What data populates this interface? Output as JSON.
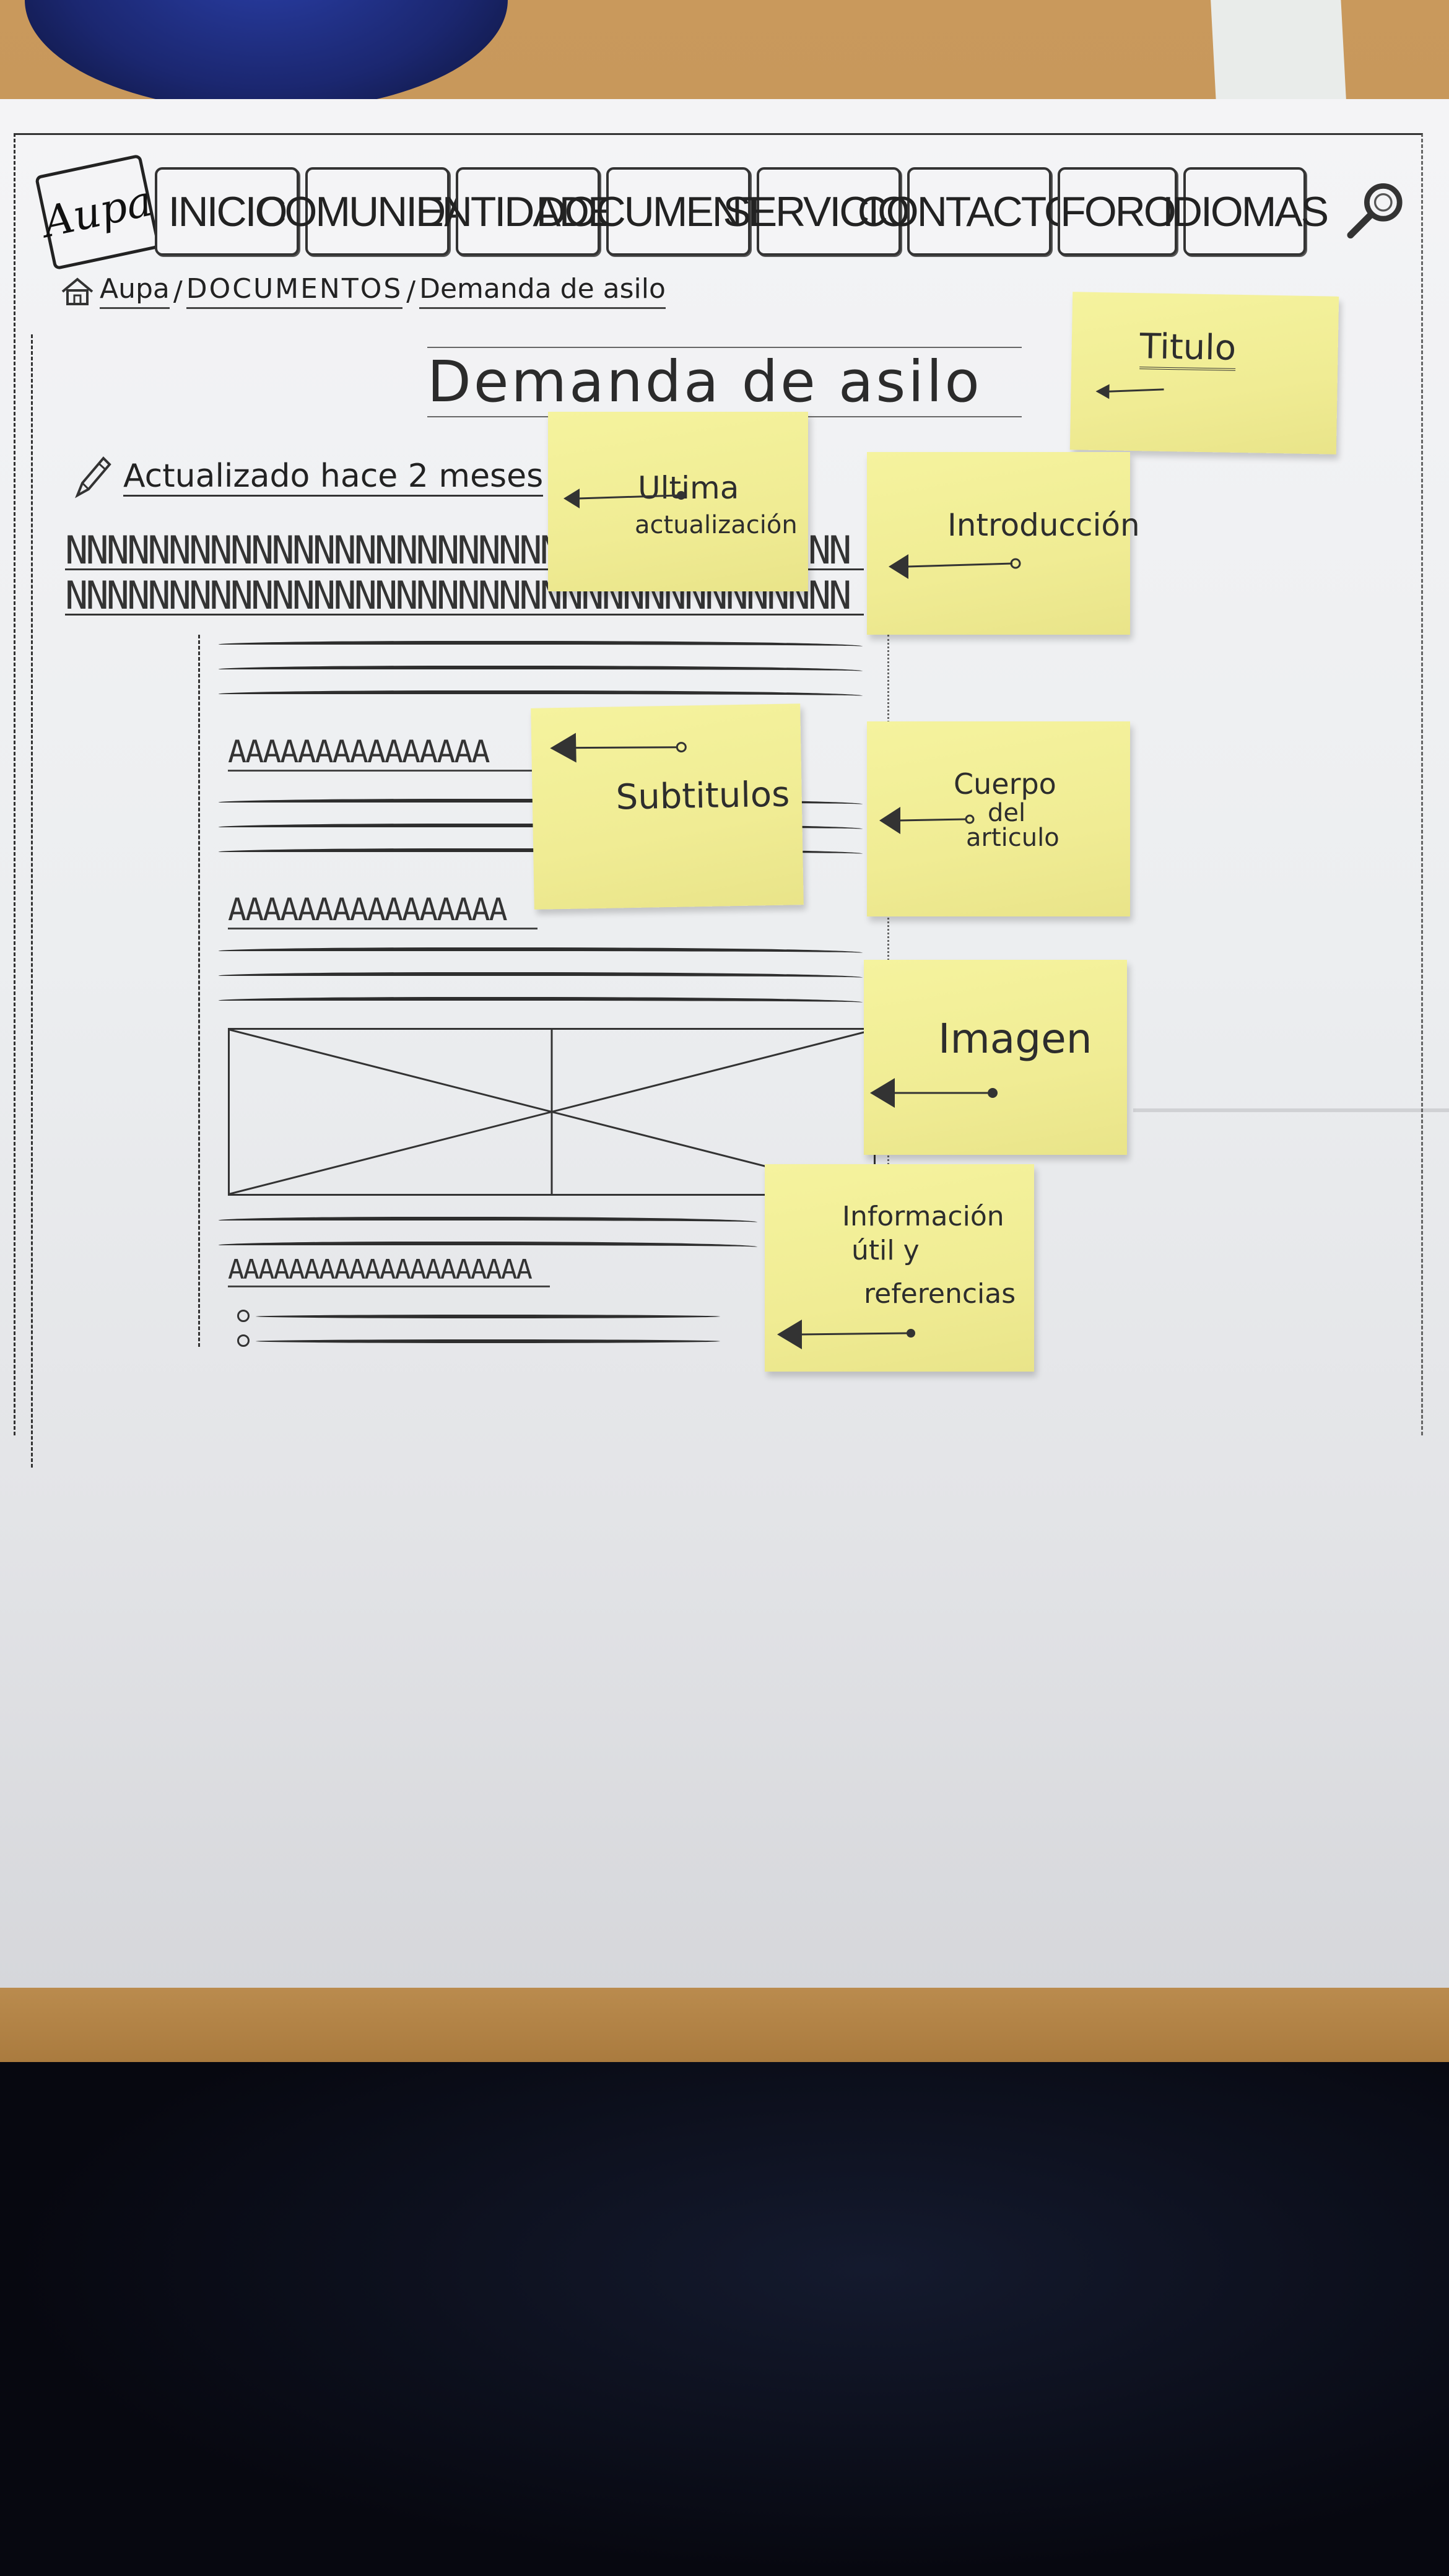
{
  "nav": {
    "logo": "Aupa",
    "items": [
      "INICIO",
      "COMUNIDAD",
      "ENTIDADES",
      "DOCUMENTOS",
      "SERVICIOS",
      "CONTACTOS",
      "FORO",
      "IDIOMAS"
    ]
  },
  "breadcrumb": {
    "home": "Aupa",
    "section": "DOCUMENTOS",
    "page": "Demanda de asilo"
  },
  "page": {
    "title": "Demanda de asilo",
    "updated": "Actualizado hace 2 meses",
    "intro_lines": [
      "NNNNNNNNNNNNNNNNNNNNNNNNNNNNNNNNNNNNNN",
      "NNNNNNNNNNNNNNNNNNNNNNNNNNNNNNNNNNNNNN"
    ],
    "subtitles": [
      "AAAAAAAAAAAAAAA",
      "AAAAAAAAAAAAAAAA",
      "AAAAAAAAAAAAAAAAAAAA"
    ]
  },
  "notes": {
    "titulo": "Titulo",
    "ultima": [
      "Ultima",
      "actualización"
    ],
    "introduccion": "Introducción",
    "subtitulos": "Subtitulos",
    "cuerpo": [
      "Cuerpo",
      "del",
      "articulo"
    ],
    "imagen": "Imagen",
    "informacion": [
      "Información",
      "útil y",
      "referencias"
    ]
  }
}
